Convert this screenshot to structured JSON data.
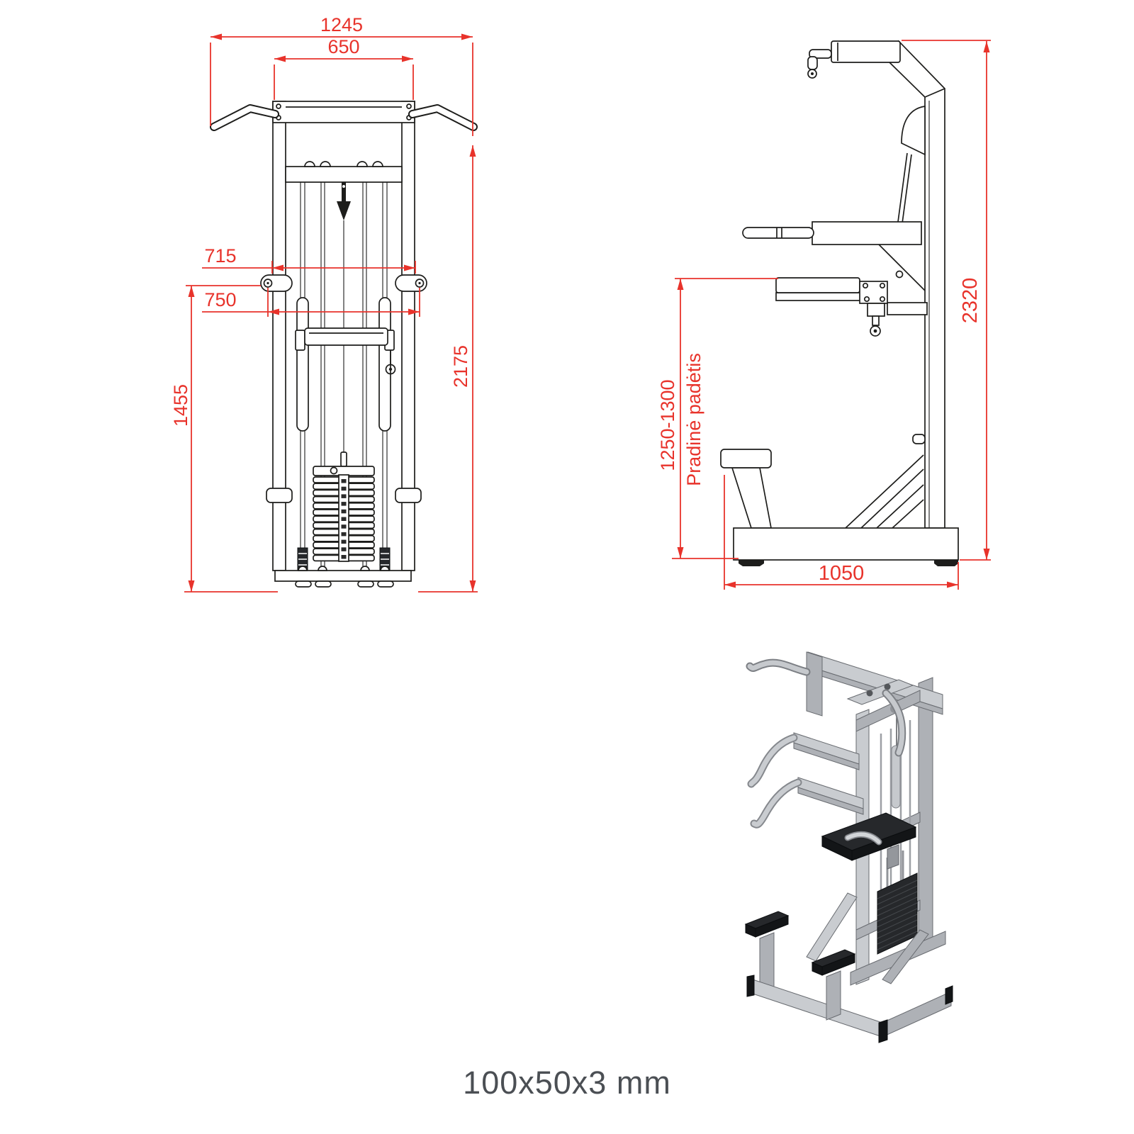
{
  "colors": {
    "dimension_red": "#e8332b",
    "drawing_line": "#1d1d1b",
    "caption_gray": "#4b4f54",
    "render_gray": "#b5b8bc",
    "pad_black": "#26282b",
    "background": "#ffffff"
  },
  "front_view": {
    "overall_width": "1245",
    "top_bar_width": "650",
    "handle_inner_span": "715",
    "handle_outer_span": "750",
    "grip_height": "1455",
    "total_height": "2175"
  },
  "side_view": {
    "total_height": "2320",
    "initial_position_range": "1250-1300",
    "initial_position_label": "Pradinė padėtis",
    "base_depth": "1050"
  },
  "footer": {
    "tube_spec": "100x50x3 mm"
  }
}
